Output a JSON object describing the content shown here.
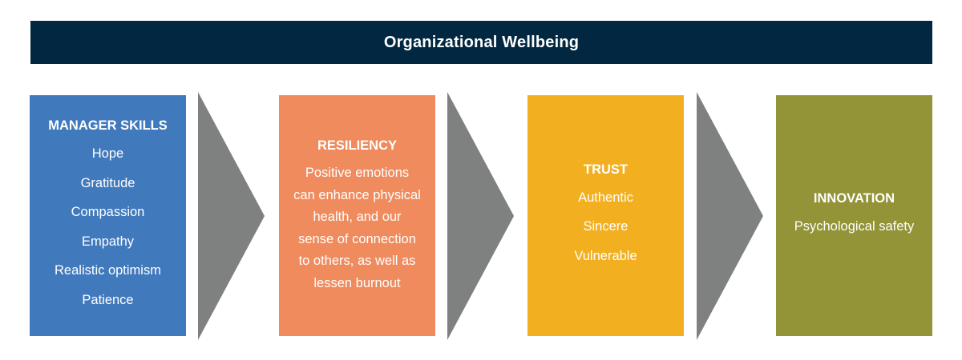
{
  "header": {
    "title": "Organizational Wellbeing"
  },
  "colors": {
    "header_bg": "#022841",
    "manager_skills": "#4179BD",
    "resiliency": "#EF8B5D",
    "trust": "#F2B021",
    "innovation": "#939337",
    "arrow": "#7E817F"
  },
  "boxes": {
    "manager_skills": {
      "title": "MANAGER SKILLS",
      "items": [
        "Hope",
        "Gratitude",
        "Compassion",
        "Empathy",
        "Realistic optimism",
        "Patience"
      ]
    },
    "resiliency": {
      "title": "RESILIENCY",
      "lines": [
        "Positive emotions",
        "can enhance physical",
        "health, and our",
        "sense of connection",
        "to others, as well as",
        "lessen burnout"
      ]
    },
    "trust": {
      "title": "TRUST",
      "items": [
        "Authentic",
        "Sincere",
        "Vulnerable"
      ]
    },
    "innovation": {
      "title": "INNOVATION",
      "items": [
        "Psychological safety"
      ]
    }
  }
}
